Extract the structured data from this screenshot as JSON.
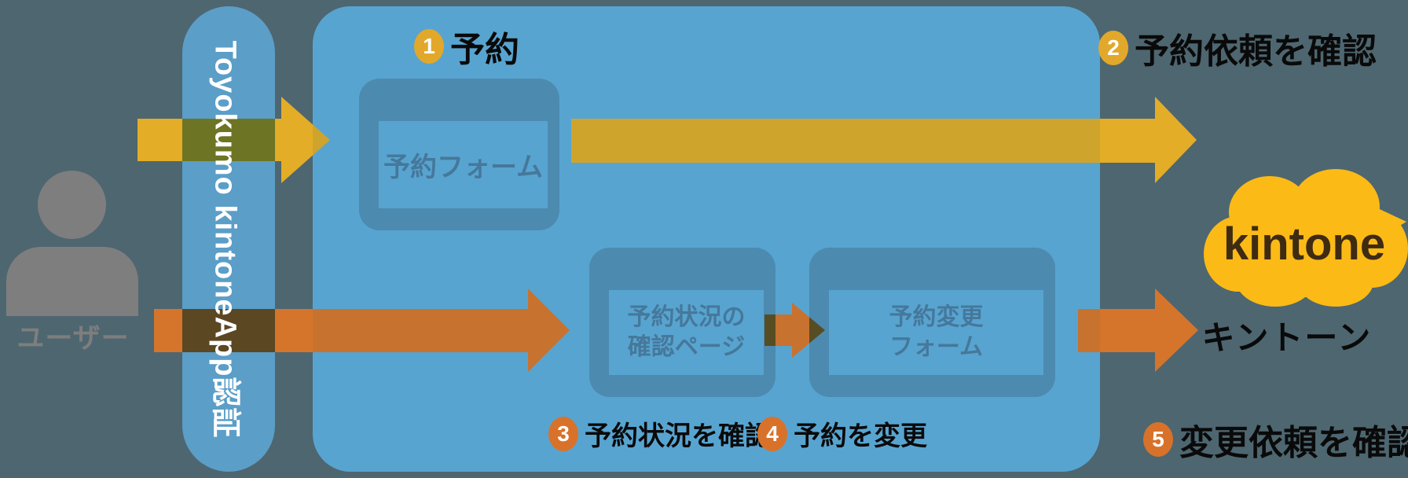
{
  "diagram": {
    "user": {
      "label": "ユーザー"
    },
    "auth_gateway": {
      "label": "Toyokumo kintoneApp認証"
    },
    "windows": {
      "reservation_form": {
        "line1": "予約フォーム"
      },
      "status_page": {
        "line1": "予約状況の",
        "line2": "確認ページ"
      },
      "change_form": {
        "line1": "予約変更",
        "line2": "フォーム"
      }
    },
    "kintone": {
      "cloud_label": "kintone",
      "name": "キントーン"
    },
    "steps": [
      {
        "num": "1",
        "label": "予約"
      },
      {
        "num": "2",
        "label": "予約依頼を確認"
      },
      {
        "num": "3",
        "label": "予約状況を確認"
      },
      {
        "num": "4",
        "label": "予約を変更"
      },
      {
        "num": "5",
        "label": "変更依頼を確認"
      }
    ],
    "colors": {
      "background": "#4E6670",
      "panel_blue": "#58A4D0",
      "pill_blue": "#5B9EC8",
      "window_frame_blue": "#4C8AB0",
      "window_text_blue": "#45789B",
      "yellow_arrow": "#E3AD27",
      "yellow_arrow_over_panel": "#CFA42C",
      "yellow_arrow_over_pill": "#6D7423",
      "orange_arrow": "#D4752B",
      "orange_arrow_over_panel": "#C8722F",
      "orange_arrow_over_pill": "#5C4723",
      "kintone_yellow": "#FBBA16",
      "kintone_text": "#3E2B12",
      "badge_yellow": "#E2A82B",
      "badge_orange": "#D8722A",
      "user_gray": "#7E7E7E"
    }
  }
}
